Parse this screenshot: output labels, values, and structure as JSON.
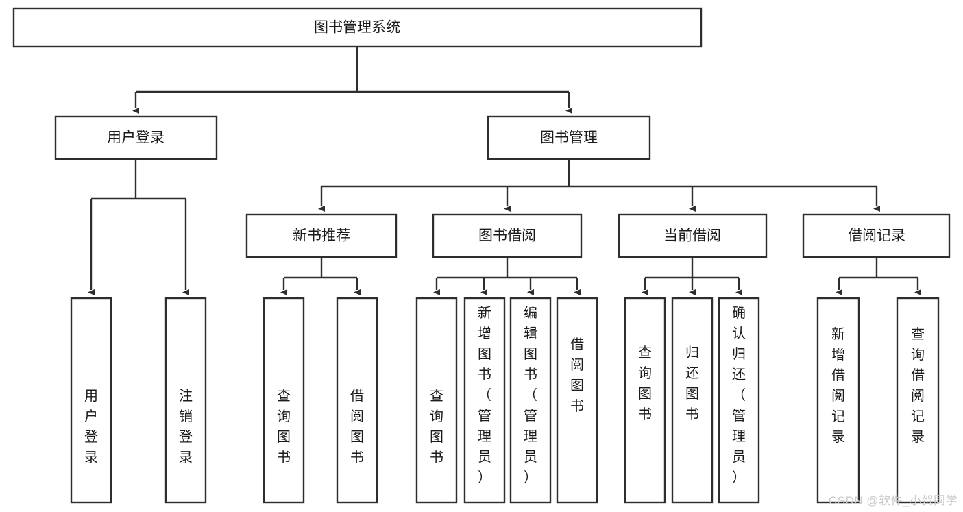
{
  "diagram": {
    "type": "tree-hierarchy-flowchart",
    "title": "图书管理系统",
    "orientation": "top-down",
    "watermark": "CSDN @软件_小贺同学",
    "colors": {
      "box_stroke": "#2e2e2e",
      "box_fill": "#ffffff",
      "text": "#1b1b1b",
      "connector": "#2e2e2e",
      "watermark": "#c9c9c9",
      "background": "#ffffff"
    },
    "levels": [
      {
        "level": 1,
        "nodes": [
          {
            "id": "root",
            "label": "图书管理系统",
            "text_orientation": "horizontal"
          }
        ]
      },
      {
        "level": 2,
        "nodes": [
          {
            "id": "login",
            "label": "用户登录",
            "text_orientation": "horizontal",
            "parent": "root"
          },
          {
            "id": "bookmgmt",
            "label": "图书管理",
            "text_orientation": "horizontal",
            "parent": "root"
          }
        ]
      },
      {
        "level": 3,
        "nodes": [
          {
            "id": "newbook",
            "label": "新书推荐",
            "text_orientation": "horizontal",
            "parent": "bookmgmt"
          },
          {
            "id": "borrow",
            "label": "图书借阅",
            "text_orientation": "horizontal",
            "parent": "bookmgmt"
          },
          {
            "id": "current",
            "label": "当前借阅",
            "text_orientation": "horizontal",
            "parent": "bookmgmt"
          },
          {
            "id": "records",
            "label": "借阅记录",
            "text_orientation": "horizontal",
            "parent": "bookmgmt"
          }
        ]
      },
      {
        "level": 4,
        "nodes": [
          {
            "id": "leaf1",
            "label": "用户登录",
            "text_orientation": "vertical",
            "parent": "login"
          },
          {
            "id": "leaf2",
            "label": "注销登录",
            "text_orientation": "vertical",
            "parent": "login"
          },
          {
            "id": "leaf3",
            "label": "查询图书",
            "text_orientation": "vertical",
            "parent": "newbook"
          },
          {
            "id": "leaf4",
            "label": "借阅图书",
            "text_orientation": "vertical",
            "parent": "newbook"
          },
          {
            "id": "leaf5",
            "label": "查询图书",
            "text_orientation": "vertical",
            "parent": "borrow"
          },
          {
            "id": "leaf6",
            "label": "新增图书（管理员）",
            "text_orientation": "vertical",
            "parent": "borrow"
          },
          {
            "id": "leaf7",
            "label": "编辑图书（管理员）",
            "text_orientation": "vertical",
            "parent": "borrow"
          },
          {
            "id": "leaf8",
            "label": "借阅图书",
            "text_orientation": "vertical",
            "parent": "borrow"
          },
          {
            "id": "leaf9",
            "label": "查询图书",
            "text_orientation": "vertical",
            "parent": "current"
          },
          {
            "id": "leaf10",
            "label": "归还图书",
            "text_orientation": "vertical",
            "parent": "current"
          },
          {
            "id": "leaf11",
            "label": "确认归还（管理员）",
            "text_orientation": "vertical",
            "parent": "current"
          },
          {
            "id": "leaf12",
            "label": "新增借阅记录",
            "text_orientation": "vertical",
            "parent": "records"
          },
          {
            "id": "leaf13",
            "label": "查询借阅记录",
            "text_orientation": "vertical",
            "parent": "records"
          }
        ]
      }
    ]
  }
}
